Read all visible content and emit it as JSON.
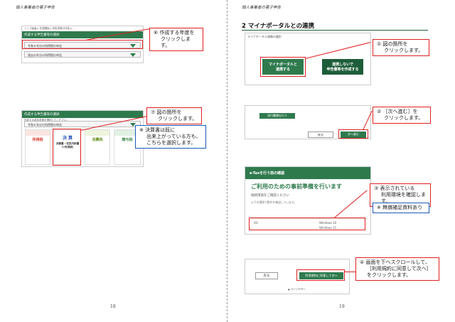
{
  "header": {
    "left_running": "個人事業者の電子申告",
    "right_running": "個人事業者の電子申告"
  },
  "left_page": {
    "number": "18",
    "shot1": {
      "breadcrumb": "トップ画面 ▸ 作成開始 ▸ 申告書等の作成 ▸ ...",
      "bar": "作成する申告書等の選択",
      "row1": "令和６年分の所得税の申告",
      "row2": "過去の年分の所得税の申告",
      "callout": [
        "⑥ 作成する年度を",
        "クリックします。"
      ]
    },
    "shot2": {
      "bar": "作成する申告書等の選択",
      "sub": "作成する申告書等を選択してください。",
      "row": "令和６年分の所得税の申告",
      "cards": [
        {
          "key": "retail",
          "label": "所得税",
          "color": "#d8392b"
        },
        {
          "key": "kessan",
          "label": "決算書・収支内訳書",
          "sub": "（+所得税）",
          "head": "決 算",
          "color": "#2a54b8"
        },
        {
          "key": "consumption",
          "label": "消費税",
          "color": "#8ab43a"
        },
        {
          "key": "gift",
          "label": "贈与税",
          "color": "#3c8a48"
        }
      ],
      "callout": [
        "⑦ 図の箇所を",
        "クリックします。"
      ],
      "note": [
        "※ 決算書は既に",
        "出来上がっている方も、",
        "こちらを選択します。"
      ]
    }
  },
  "right_page": {
    "number": "19",
    "heading": "2 マイナポータルとの連携",
    "shot1": {
      "title": "マイナポータル連携の選択",
      "btn_mynaportal": [
        "マイナポータルと",
        "連携する"
      ],
      "btn_no_link": [
        "連携しないで",
        "申告書等を作成する"
      ],
      "callout": [
        "① 図の箇所を",
        "クリックします。"
      ]
    },
    "shot2": {
      "btn_dl": "添付書類を行う",
      "btn_back": "戻る",
      "btn_next": "次へ進む",
      "callout": [
        "② ［次へ進む］を",
        "クリックします。"
      ]
    },
    "shot3": {
      "bar": "e-Taxを行う前の確認",
      "title": "ご利用のための事前準備を行います",
      "sub1": "接続環境をご確認ください",
      "sub2": "以下の環境で動作を確認しています。",
      "os_label": "OS",
      "os_values": [
        "Windows 10",
        "Windows 11"
      ],
      "callout": [
        "③ 表示されている",
        "利用環境を確認します。"
      ],
      "note": "※ 無償補足資料あり"
    },
    "shot4": {
      "btn_back": "戻る",
      "btn_agree": "利用規約に同意して次へ",
      "page_top": "▲ ページTOPへ",
      "callout": [
        "④ 画面を下へスクロールして、",
        "［利用規約に同意して次へ］",
        "をクリックします。"
      ]
    }
  },
  "colors": {
    "green": "#2f7a4d",
    "red": "#e02020",
    "blue": "#1a5bb8"
  }
}
